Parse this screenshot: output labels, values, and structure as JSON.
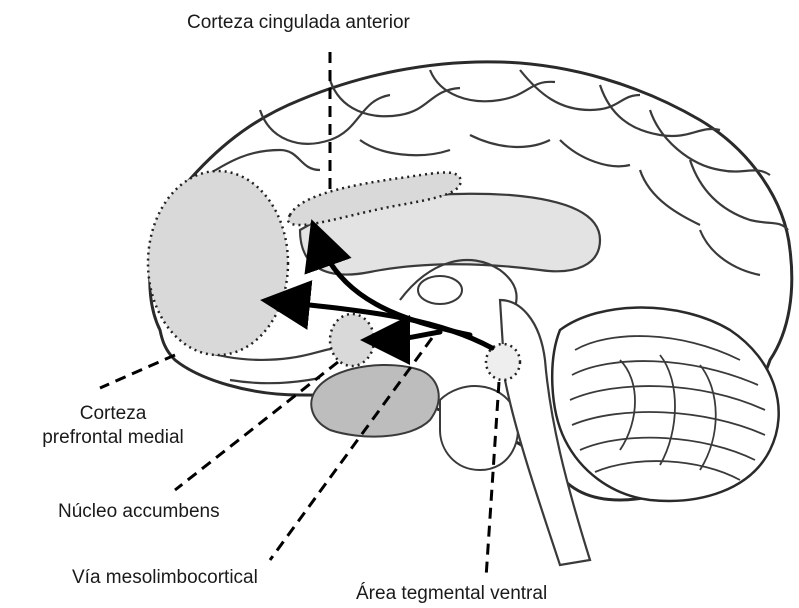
{
  "labels": {
    "acc": "Corteza cingulada anterior",
    "pfc_line1": "Corteza",
    "pfc_line2": "prefrontal medial",
    "nac": "Núcleo accumbens",
    "pathway": "Vía mesolimbocortical",
    "vta": "Área tegmental ventral"
  },
  "colors": {
    "outline": "#2a2a2a",
    "region_fill": "#d9d9d9",
    "thalamus_fill": "#bdbdbd",
    "arrow": "#000000"
  }
}
